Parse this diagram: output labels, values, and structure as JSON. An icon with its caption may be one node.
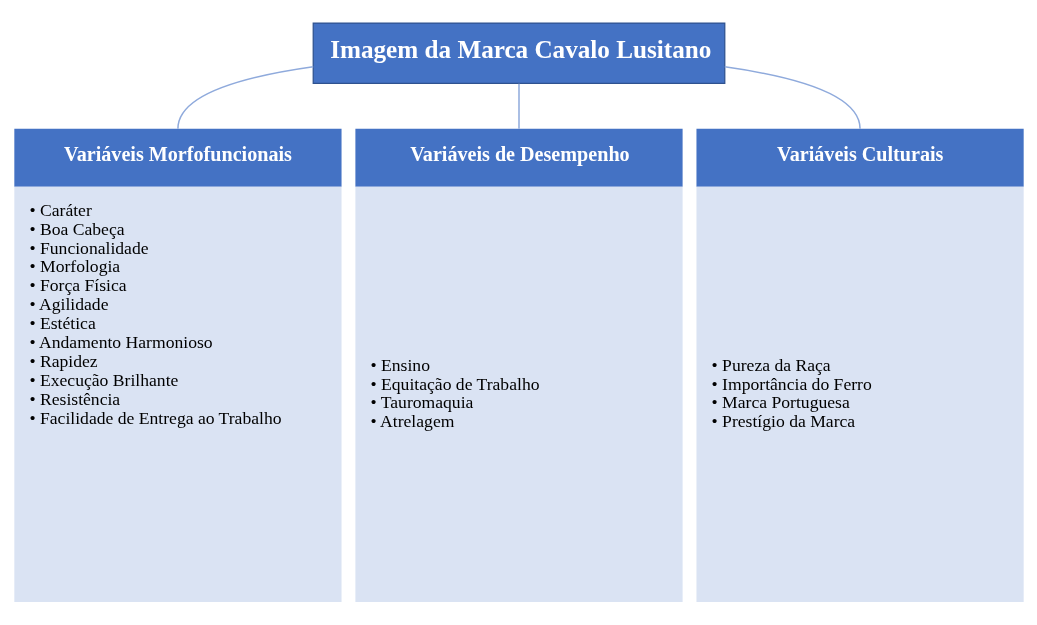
{
  "diagram": {
    "nodes": [
      {
        "text": [
          "Imagem da Marca Cavalo Lusitano"
        ]
      },
      {
        "text": [
          "Variáveis Morfofuncionais",
          "• Caráter",
          "• Boa Cabeça",
          "• Funcionalidade",
          "• Morfologia",
          "• Força Física",
          "• Agilidade",
          "• Estética",
          "• Andamento Harmonioso",
          "• Rapidez",
          "• Execução Brilhante",
          "• Resistência",
          "• Facilidade de Entrega ao Trabalho"
        ]
      },
      {
        "text": [
          "Variáveis de Desempenho",
          "• Ensino",
          "• Equitação de Trabalho",
          "• Tauromaquia",
          "• Atrelagem"
        ]
      },
      {
        "text": [
          "Variáveis Culturais",
          "• Pureza da Raça",
          "• Importância do Ferro",
          "• Marca Portuguesa",
          "• Prestígio da Marca"
        ]
      }
    ],
    "edges": [
      {
        "from": 0,
        "to": 1,
        "arrow": "none"
      },
      {
        "from": 0,
        "to": 2,
        "arrow": "none"
      },
      {
        "from": 0,
        "to": 3,
        "arrow": "none"
      }
    ]
  }
}
